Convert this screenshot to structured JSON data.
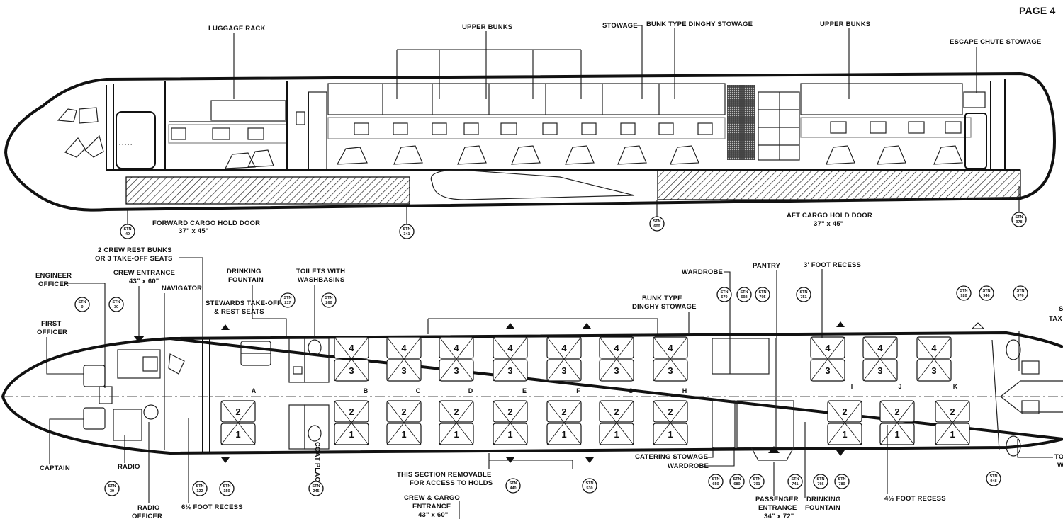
{
  "page_label": "PAGE 4",
  "profile_view": {
    "labels": {
      "luggage_rack": "LUGGAGE RACK",
      "upper_bunks_1": "UPPER BUNKS",
      "stowage": "STOWAGE",
      "bunk_type_dinghy_stowage": "BUNK TYPE DINGHY STOWAGE",
      "upper_bunks_2": "UPPER BUNKS",
      "escape_chute_stowage": "ESCAPE CHUTE STOWAGE",
      "forward_cargo_hold_door": "FORWARD CARGO HOLD DOOR",
      "forward_cargo_hold_door_size": "37\" x 45\"",
      "aft_cargo_hold_door": "AFT CARGO HOLD DOOR",
      "aft_cargo_hold_door_size": "37\" x 45\""
    },
    "stations": [
      {
        "line1": "STN",
        "line2": "49"
      },
      {
        "line1": "STN",
        "line2": "341"
      },
      {
        "line1": "STN",
        "line2": "600"
      },
      {
        "line1": "STN",
        "line2": "978"
      }
    ]
  },
  "plan_view": {
    "labels": {
      "engineer_officer_1": "ENGINEER",
      "engineer_officer_2": "OFFICER",
      "first_officer_1": "FIRST",
      "first_officer_2": "OFFICER",
      "captain": "CAPTAIN",
      "radio": "RADIO",
      "radio_officer_1": "RADIO",
      "radio_officer_2": "OFFICER",
      "crew_rest_1": "2 CREW REST BUNKS",
      "crew_rest_2": "OR 3 TAKE-OFF SEATS",
      "crew_entrance": "CREW ENTRANCE",
      "crew_entrance_size": "43\" x 60\"",
      "navigator": "NAVIGATOR",
      "stewards_1": "STEWARDS TAKE-OFF",
      "stewards_2": "& REST SEATS",
      "drinking_fountain_fwd_1": "DRINKING",
      "drinking_fountain_fwd_2": "FOUNTAIN",
      "toilets_1": "TOILETS WITH",
      "toilets_2": "WASHBASINS",
      "six_half_foot_recess": "6½ FOOT RECESS",
      "section_removable_1": "THIS SECTION REMOVABLE",
      "section_removable_2": "FOR ACCESS TO HOLDS",
      "crew_cargo_1": "CREW & CARGO",
      "crew_cargo_2": "ENTRANCE",
      "crew_cargo_size": "43\" x 60\"",
      "bunk_dinghy_1": "BUNK TYPE",
      "bunk_dinghy_2": "DINGHY STOWAGE",
      "wardrobe_top": "WARDROBE",
      "pantry": "PANTRY",
      "three_foot_recess": "3' FOOT RECESS",
      "catering_stowage": "CATERING STOWAGE",
      "wardrobe_bottom": "WARDROBE",
      "passenger_entrance_1": "PASSENGER",
      "passenger_entrance_2": "ENTRANCE",
      "passenger_entrance_size": "34\" x 72\"",
      "drinking_fountain_aft_1": "DRINKING",
      "drinking_fountain_aft_2": "FOUNTAIN",
      "four_half_foot_recess": "4½ FOOT RECESS",
      "cut_off_right_1": "S",
      "cut_off_right_2": "TAX",
      "cut_off_right_3": "TO",
      "cut_off_right_4": "W",
      "coat_place": "COAT PLACE"
    },
    "row_letters": [
      "A",
      "B",
      "C",
      "D",
      "E",
      "F",
      "G",
      "H",
      "I",
      "J",
      "K"
    ],
    "seat_numbers": {
      "upper_outer": "4",
      "upper_inner": "3",
      "lower_inner": "2",
      "lower_outer": "1"
    },
    "stations_top": [
      {
        "line1": "STN",
        "line2": "0"
      },
      {
        "line1": "STN",
        "line2": "30"
      },
      {
        "line1": "STN",
        "line2": "217"
      },
      {
        "line1": "STN",
        "line2": "260"
      },
      {
        "line1": "STN",
        "line2": "670"
      },
      {
        "line1": "STN",
        "line2": "692"
      },
      {
        "line1": "STN",
        "line2": "705"
      },
      {
        "line1": "STN",
        "line2": "751"
      },
      {
        "line1": "STN",
        "line2": "920"
      },
      {
        "line1": "STN",
        "line2": "946"
      },
      {
        "line1": "STN",
        "line2": "976"
      }
    ],
    "stations_bottom": [
      {
        "line1": "STN",
        "line2": "39"
      },
      {
        "line1": "STN",
        "line2": "122"
      },
      {
        "line1": "STN",
        "line2": "150"
      },
      {
        "line1": "STN",
        "line2": "245"
      },
      {
        "line1": "STN",
        "line2": "440"
      },
      {
        "line1": "STN",
        "line2": "530"
      },
      {
        "line1": "STN",
        "line2": "650"
      },
      {
        "line1": "STN",
        "line2": "680"
      },
      {
        "line1": "STN",
        "line2": "701"
      },
      {
        "line1": "STN",
        "line2": "741"
      },
      {
        "line1": "STN",
        "line2": "766"
      },
      {
        "line1": "STN",
        "line2": "780"
      },
      {
        "line1": "STN",
        "line2": "948"
      }
    ]
  }
}
